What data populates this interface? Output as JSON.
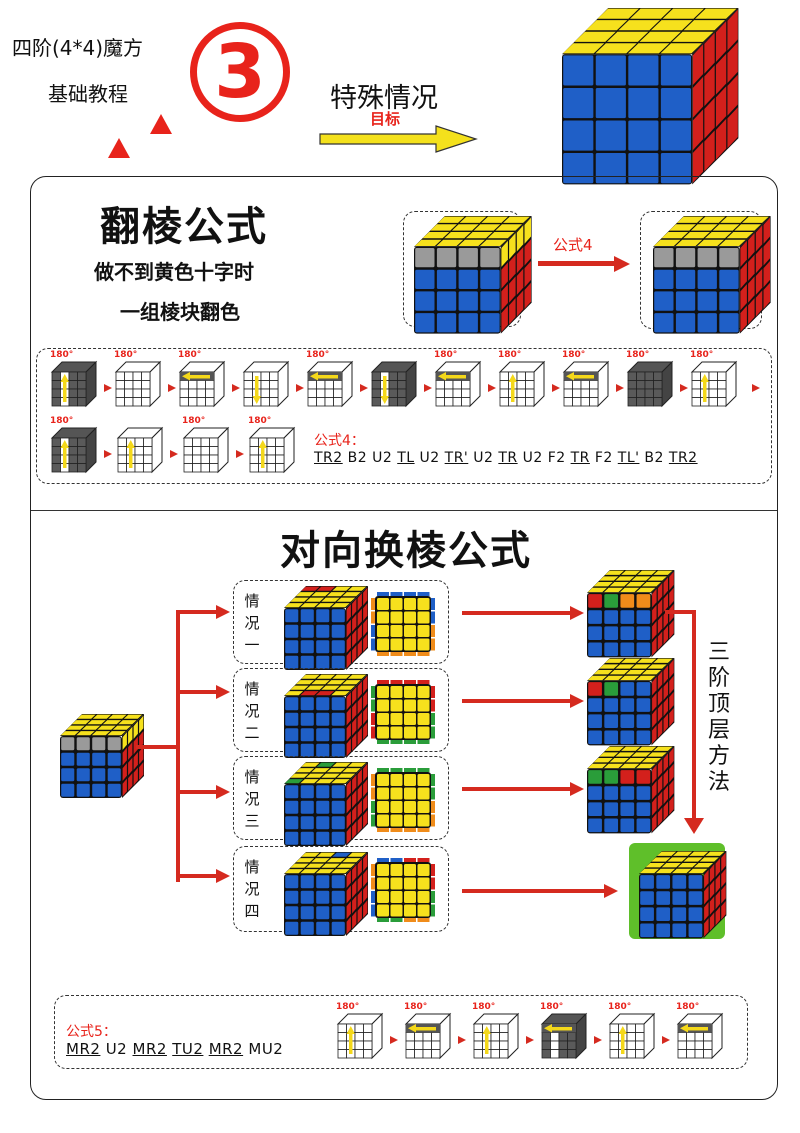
{
  "header": {
    "title_line1": "四阶(4*4)魔方",
    "title_line2": "基础教程",
    "step_number": "3",
    "special_cases": "特殊情况",
    "goal": "目标"
  },
  "section1": {
    "title": "翻棱公式",
    "subtitle1": "做不到黄色十字时",
    "subtitle2": "一组棱块翻色",
    "arrow_label": "公式4",
    "formula_label": "公式4：",
    "formula": [
      "TR2",
      "B2",
      "U2",
      "TL",
      "U2",
      "TR'",
      "U2",
      "TR",
      "U2",
      "F2",
      "TR",
      "F2",
      "TL'",
      "B2",
      "TR2"
    ],
    "deg": "180°"
  },
  "section2": {
    "title": "对向换棱公式",
    "cases": [
      "情况一",
      "情况二",
      "情况三",
      "情况四"
    ],
    "side_text": "三阶顶层方法",
    "formula_label": "公式5：",
    "formula": [
      "MR2",
      "U2",
      "MR2",
      "TU2",
      "MR2",
      "MU2"
    ],
    "deg": "180°"
  },
  "colors": {
    "accent_red": "#e8231b",
    "cube_yellow": "#f6e11d",
    "cube_blue": "#1f5fc7",
    "cube_red": "#d3201c",
    "cube_green": "#2a9d3a",
    "cube_orange": "#f08c1a"
  }
}
